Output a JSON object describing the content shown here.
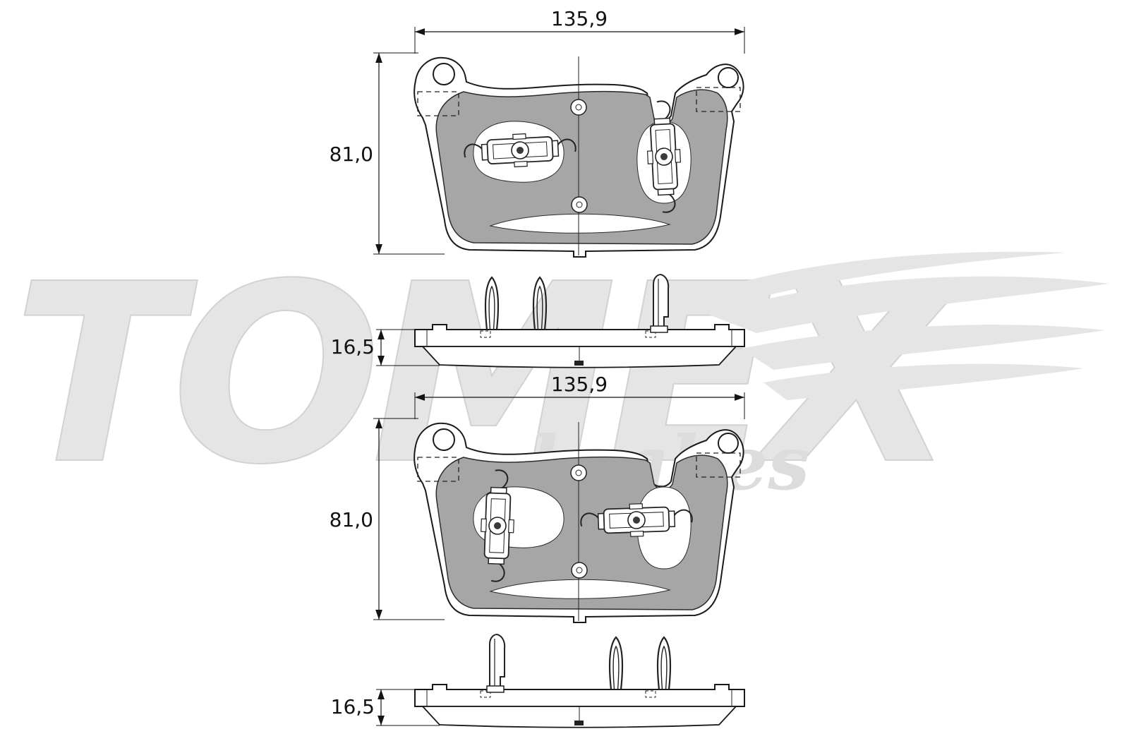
{
  "watermark": {
    "brand": "TOMEX",
    "tagline": "brakes"
  },
  "drawings": [
    {
      "id": "upper-pad",
      "width_mm": "135,9",
      "height_mm": "81,0",
      "thickness_mm": "16,5"
    },
    {
      "id": "lower-pad",
      "width_mm": "135,9",
      "height_mm": "81,0",
      "thickness_mm": "16,5"
    }
  ],
  "colors": {
    "line": "#141414",
    "pad_fill": "#a6a6a6",
    "watermark": "#e5e5e5"
  }
}
